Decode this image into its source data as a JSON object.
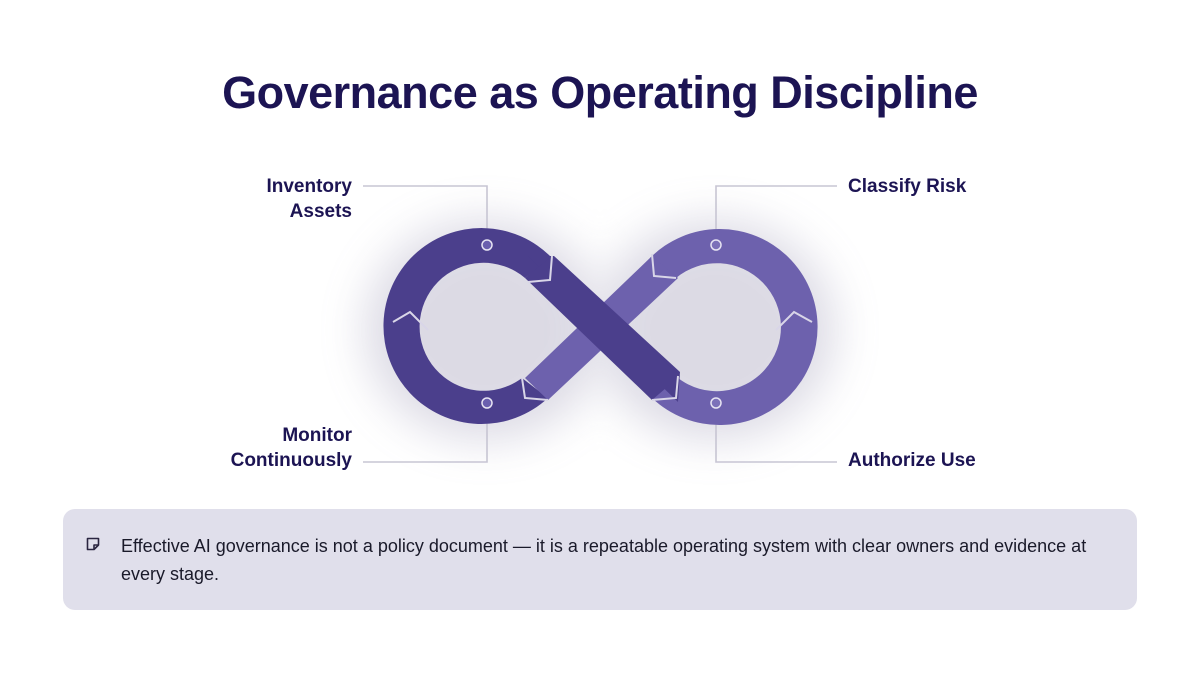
{
  "slide": {
    "title": "Governance as Operating Discipline"
  },
  "diagram": {
    "stages": [
      {
        "key": "inventory",
        "label_lines": [
          "Inventory",
          "Assets"
        ]
      },
      {
        "key": "classify",
        "label_lines": [
          "Classify Risk"
        ]
      },
      {
        "key": "authorize",
        "label_lines": [
          "Authorize Use"
        ]
      },
      {
        "key": "monitor",
        "label_lines": [
          "Monitor",
          "Continuously"
        ]
      }
    ],
    "colors": {
      "left_loop": "#4b3f8c",
      "right_loop": "#6d61ad",
      "connector_line": "#c7c5d3",
      "title": "#1c1453"
    },
    "icons": [
      "note-icon"
    ]
  },
  "callout": {
    "text": "Effective AI governance is not a policy document — it is a repeatable operating system with clear owners and evidence at every stage."
  }
}
